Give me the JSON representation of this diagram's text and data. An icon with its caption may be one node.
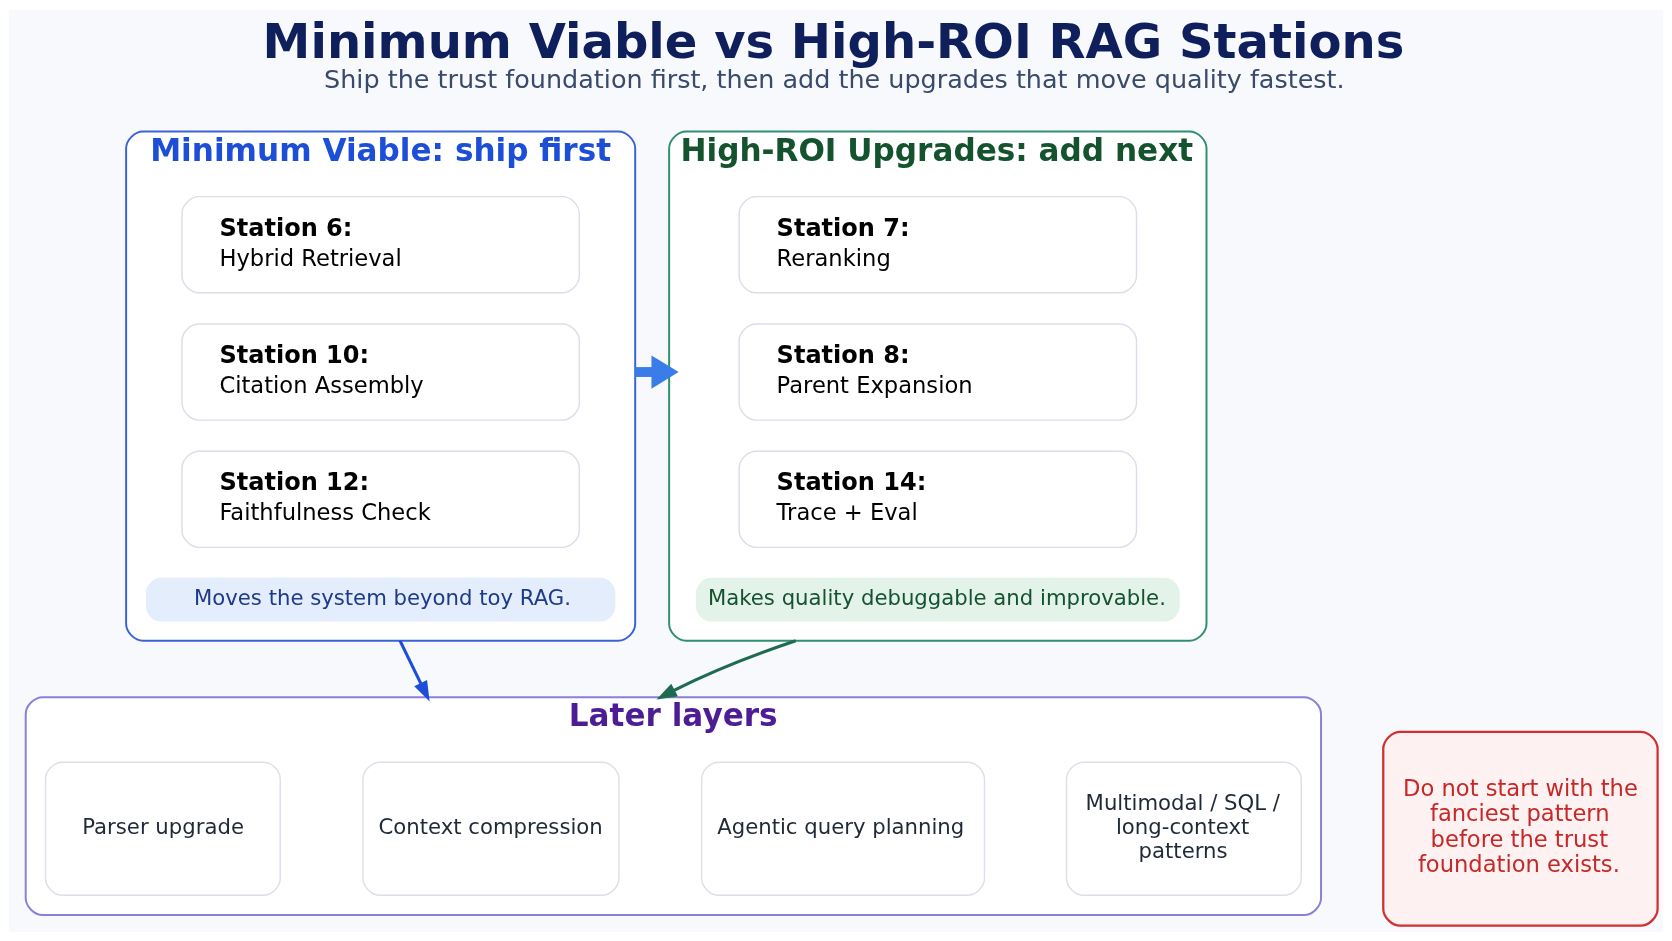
{
  "diagram": {
    "title": "Minimum Viable vs High-ROI RAG Stations",
    "caption": "Ship the trust foundation first, then add the upgrades that move quality fastest.",
    "nodes": [
      {
        "text": [
          "Minimum Viable: ship first"
        ]
      },
      {
        "text": [
          "Station 6:",
          "Hybrid Retrieval"
        ],
        "in": 0
      },
      {
        "text": [
          "Station 10:",
          "Citation Assembly"
        ],
        "in": 0
      },
      {
        "text": [
          "Station 12:",
          "Faithfulness Check"
        ],
        "in": 0
      },
      {
        "text": [
          "Moves the system beyond toy RAG."
        ],
        "in": 0
      },
      {
        "text": [
          "High-ROI Upgrades: add next"
        ]
      },
      {
        "text": [
          "Station 7:",
          "Reranking"
        ],
        "in": 5
      },
      {
        "text": [
          "Station 8:",
          "Parent Expansion"
        ],
        "in": 5
      },
      {
        "text": [
          "Station 14:",
          "Trace + Eval"
        ],
        "in": 5
      },
      {
        "text": [
          "Makes quality debuggable and improvable."
        ],
        "in": 5
      },
      {
        "text": [
          "Later layers"
        ]
      },
      {
        "text": [
          "Parser upgrade"
        ],
        "in": 10
      },
      {
        "text": [
          "Context compression"
        ],
        "in": 10
      },
      {
        "text": [
          "Agentic query planning"
        ],
        "in": 10
      },
      {
        "text": [
          "Multimodal / SQL / long-context patterns"
        ],
        "in": 10
      },
      {
        "text": [
          "Do not start with the fanciest pattern before the trust foundation exists."
        ]
      }
    ],
    "edges": [
      {
        "from": 0,
        "to": 5,
        "arrow": "to",
        "style": "thick",
        "color": "#3b7de8"
      },
      {
        "from": 0,
        "to": 10,
        "arrow": "to",
        "color": "#1d4ed8"
      },
      {
        "from": 5,
        "to": 10,
        "arrow": "to",
        "color": "#1f6b4f"
      }
    ]
  }
}
